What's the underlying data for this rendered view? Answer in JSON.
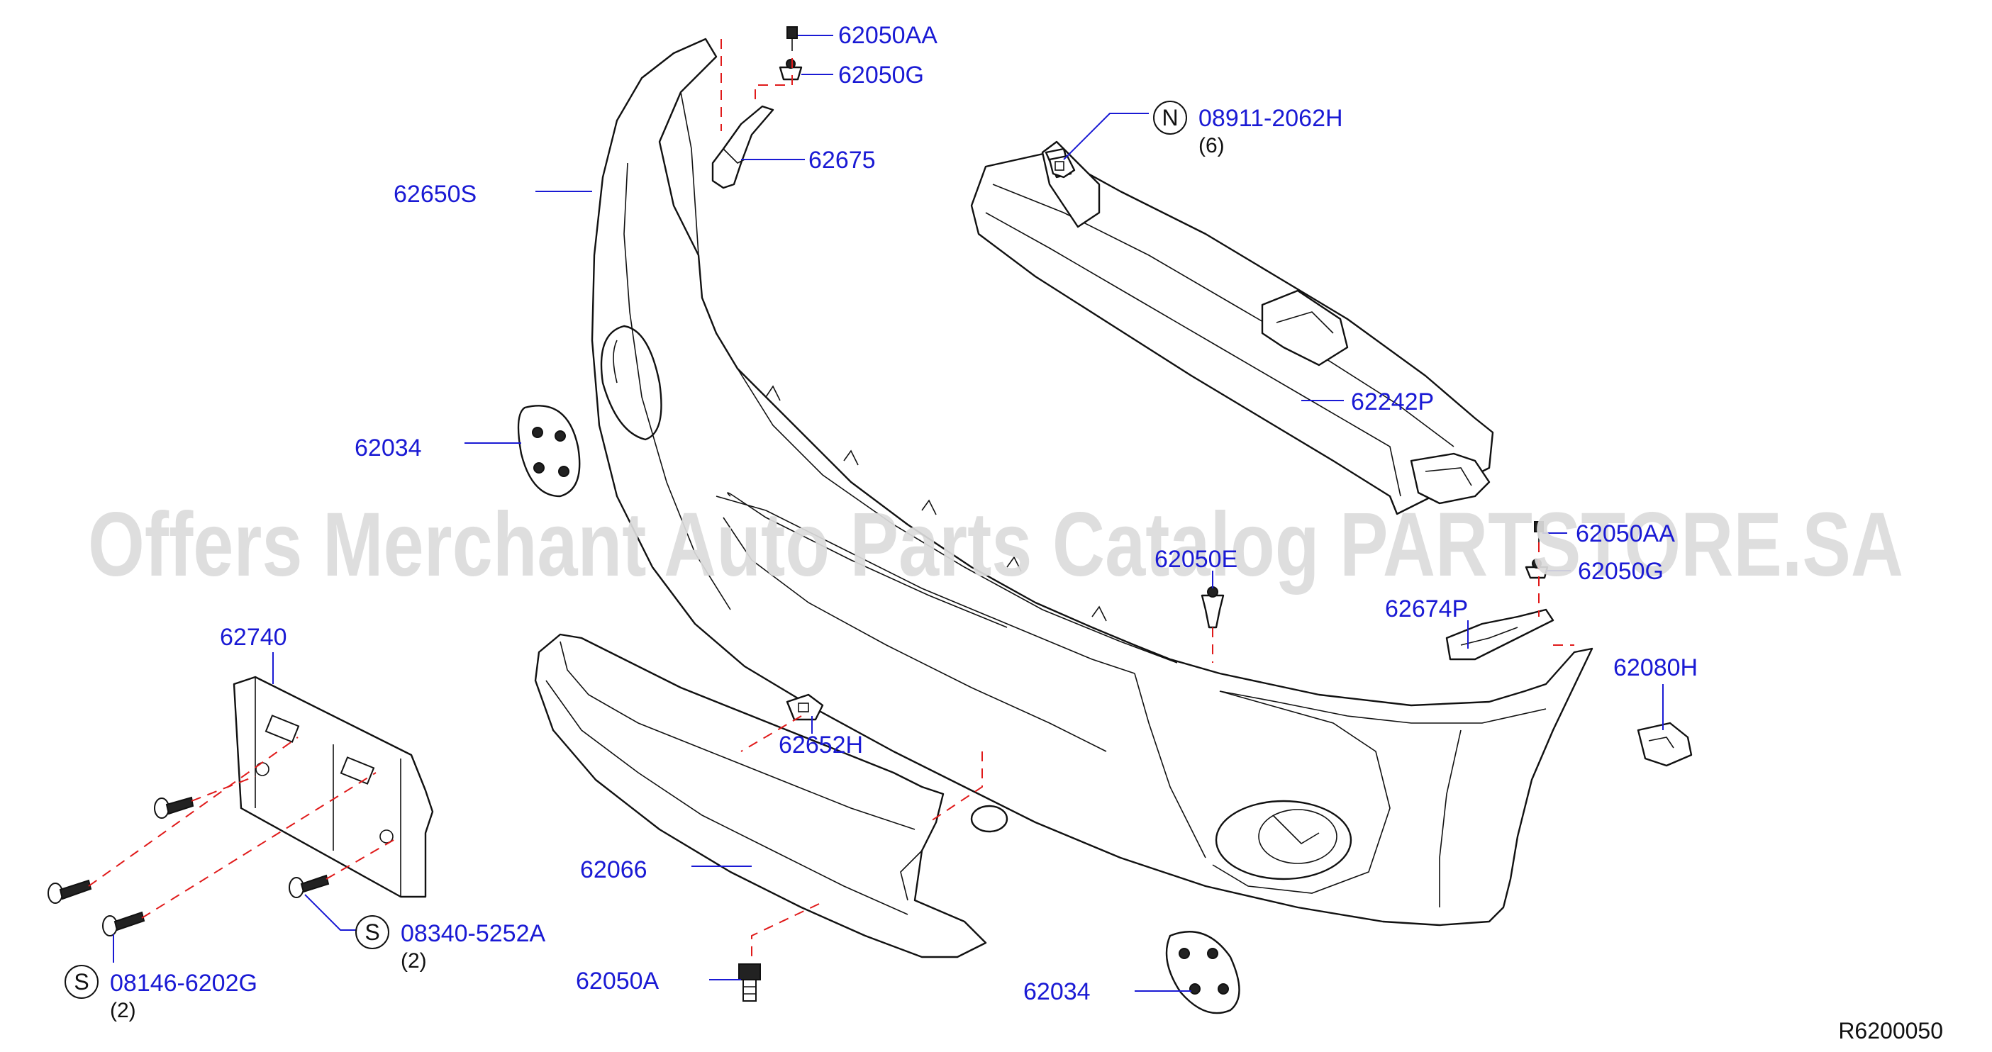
{
  "watermark": "Offers Merchant Auto Parts Catalog PARTSTORE.SA",
  "reference_code": "R6200050",
  "parts": [
    {
      "id": "p62050AA_top",
      "number": "62050AA"
    },
    {
      "id": "p62050G_top",
      "number": "62050G"
    },
    {
      "id": "p62675",
      "number": "62675"
    },
    {
      "id": "p62650S",
      "number": "62650S"
    },
    {
      "id": "p08911",
      "number": "08911-2062H",
      "prefix": "N",
      "qty": "(6)"
    },
    {
      "id": "p62242P",
      "number": "62242P"
    },
    {
      "id": "p62034_left",
      "number": "62034"
    },
    {
      "id": "p62050AA_right",
      "number": "62050AA"
    },
    {
      "id": "p62050G_right",
      "number": "62050G"
    },
    {
      "id": "p62050E",
      "number": "62050E"
    },
    {
      "id": "p62674P",
      "number": "62674P"
    },
    {
      "id": "p62740",
      "number": "62740"
    },
    {
      "id": "p62080H",
      "number": "62080H"
    },
    {
      "id": "p62652H",
      "number": "62652H"
    },
    {
      "id": "p62066",
      "number": "62066"
    },
    {
      "id": "p08340",
      "number": "08340-5252A",
      "prefix": "S",
      "qty": "(2)"
    },
    {
      "id": "p08146",
      "number": "08146-6202G",
      "prefix": "S",
      "qty": "(2)"
    },
    {
      "id": "p62050A",
      "number": "62050A"
    },
    {
      "id": "p62034_bottom",
      "number": "62034"
    }
  ]
}
